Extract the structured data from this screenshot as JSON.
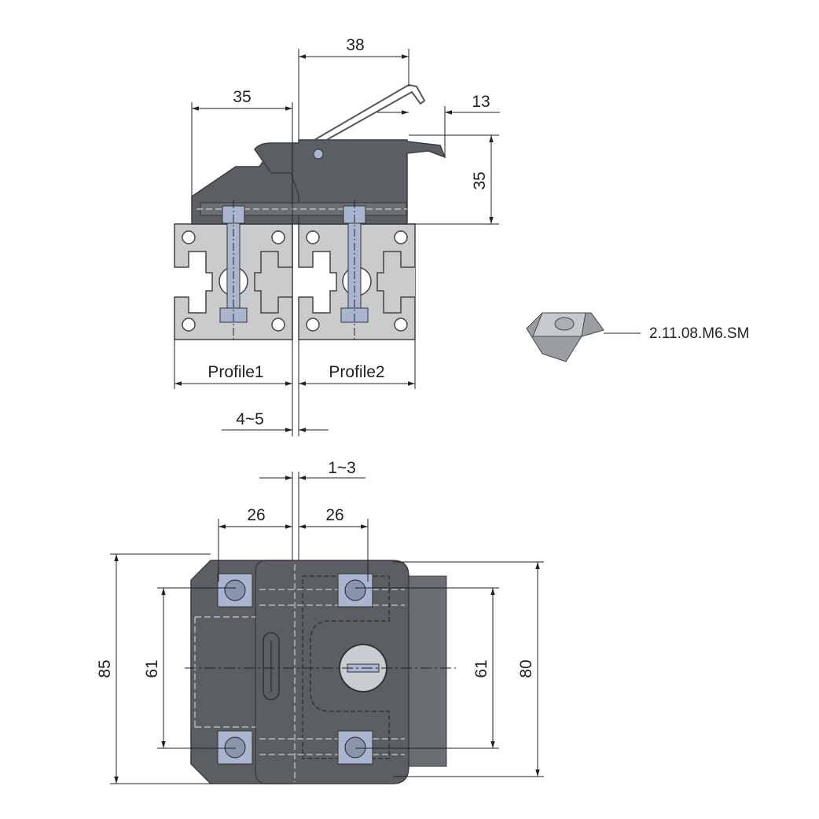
{
  "drawing": {
    "top_view": {
      "dim_width_bracket": "38",
      "dim_width_left": "35",
      "dim_handle": "13",
      "dim_height": "35",
      "profile1_label": "Profile1",
      "profile2_label": "Profile2",
      "dim_gap": "4~5"
    },
    "part": {
      "tnut_label": "2.11.08.M6.SM"
    },
    "bottom_view": {
      "dim_gap": "1~3",
      "dim_left_spacing": "26",
      "dim_right_spacing": "26",
      "dim_total_left_height": "85",
      "dim_hole_left": "61",
      "dim_hole_right": "61",
      "dim_total_right_height": "80"
    }
  },
  "colors": {
    "body": "#5b5f64",
    "profile": "#c9cbcd",
    "bolt": "#aab6d0"
  }
}
